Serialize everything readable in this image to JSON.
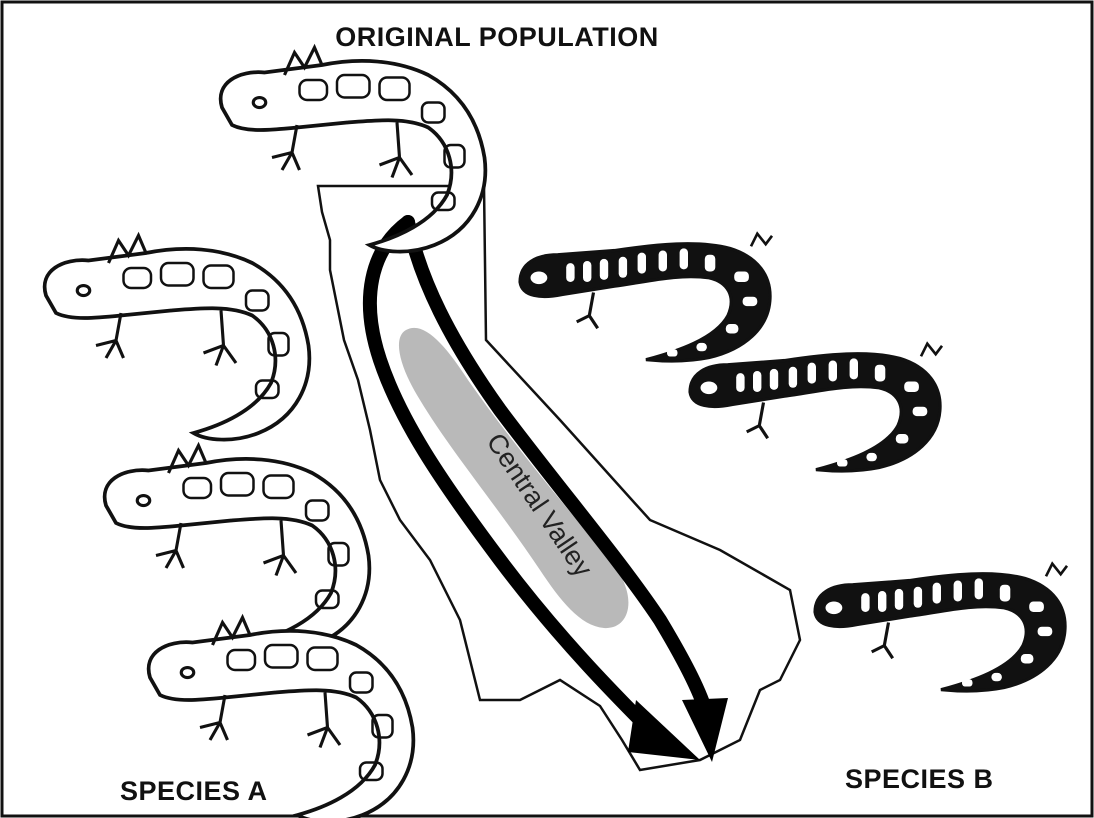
{
  "title": "ORIGINAL POPULATION",
  "species_a_label": "SPECIES A",
  "species_b_label": "SPECIES B",
  "valley_label": "Central Valley",
  "colors": {
    "outline": "#111111",
    "valley": "#b9b9b9",
    "arrow": "#000000",
    "background": "#ffffff"
  },
  "icons": [
    "salamander-plain-icon",
    "salamander-dark-spotted-icon",
    "migration-arrow"
  ]
}
